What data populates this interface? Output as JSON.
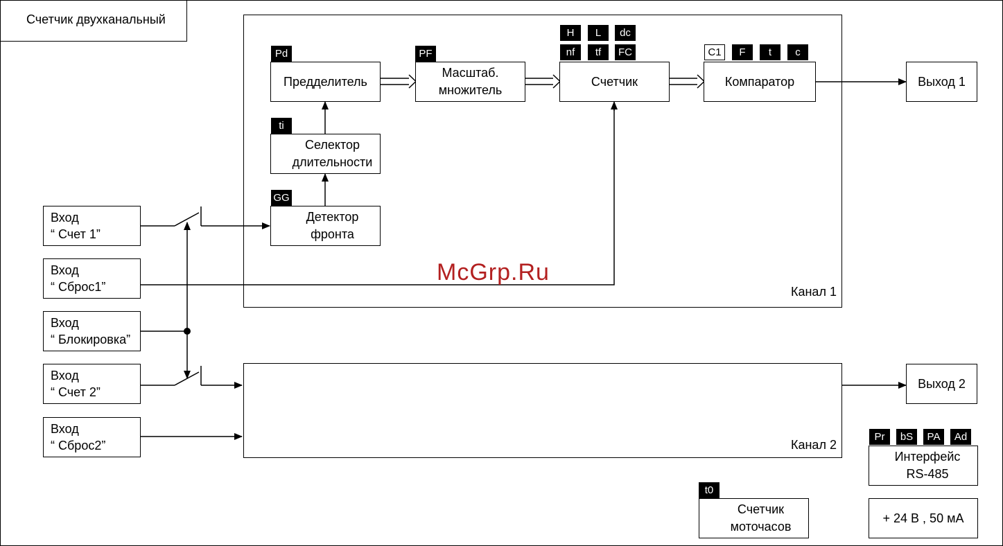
{
  "diagram": {
    "title": "Счетчик двухканальный",
    "channel1_label": "Канал 1",
    "channel2_label": "Канал 2",
    "blocks": {
      "prescaler": "Предделитель",
      "scaler": "Масштаб.\nмножитель",
      "counter": "Счетчик",
      "comparator": "Компаратор",
      "duration_selector": "Селектор\nдлительности",
      "edge_detector": "Детектор\nфронта",
      "output1": "Выход 1",
      "output2": "Выход 2",
      "interface": "Интерфейс\nRS-485",
      "hour_meter": "Счетчик\nмоточасов",
      "power": "+ 24 В , 50 мА"
    },
    "inputs": {
      "count1": "Вход\n“ Счет 1”",
      "reset1": "Вход\n“ Сброс1”",
      "lock": "Вход\n“ Блокировка”",
      "count2": "Вход\n“ Счет 2”",
      "reset2": "Вход\n“ Сброс2”"
    },
    "tags": {
      "pd": "Pd",
      "pf": "PF",
      "h": "H",
      "l": "L",
      "dc": "dc",
      "nf": "nf",
      "tf": "tf",
      "fc": "FC",
      "c1": "C1",
      "f": "F",
      "t": "t",
      "c": "c",
      "ti": "ti",
      "gg": "GG",
      "pr": "Pr",
      "bs": "bS",
      "pa": "PA",
      "ad": "Ad",
      "t0": "t0"
    },
    "watermark": "McGrp.Ru"
  }
}
